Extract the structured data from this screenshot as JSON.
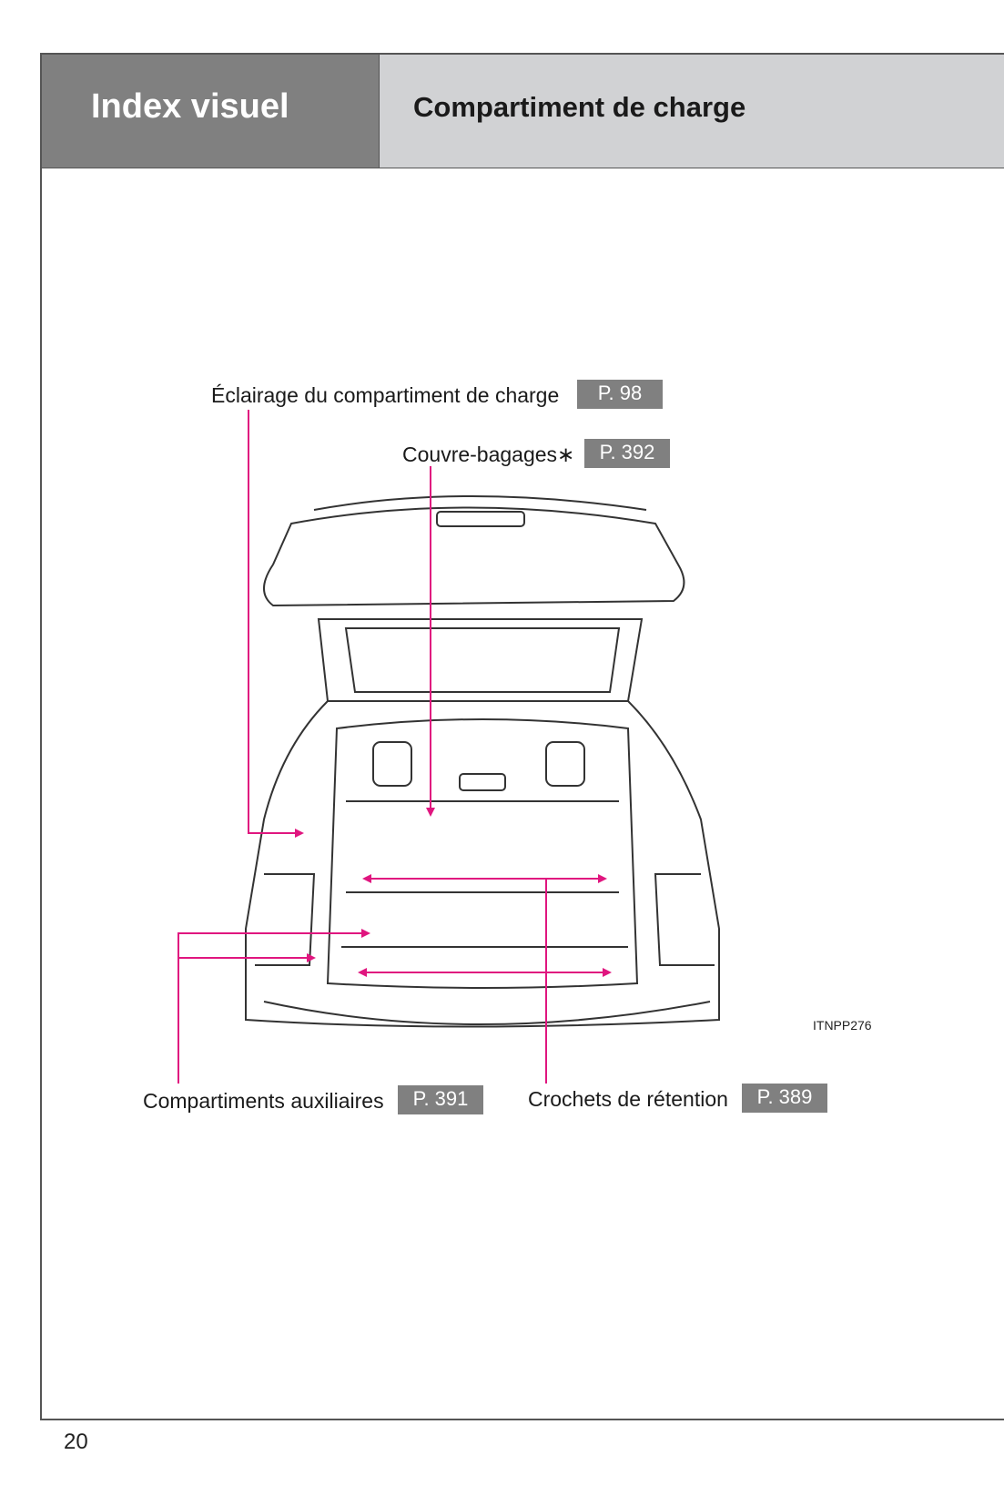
{
  "header": {
    "section": "Index visuel",
    "title": "Compartiment de charge"
  },
  "callouts": [
    {
      "label": "Éclairage du compartiment de charge",
      "page": "P. 98"
    },
    {
      "label": "Couvre-bagages∗",
      "page": "P. 392"
    },
    {
      "label": "Compartiments auxiliaires",
      "page": "P. 391"
    },
    {
      "label": "Crochets de rétention",
      "page": "P. 389"
    }
  ],
  "figure_code": "ITNPP276",
  "page_number": "20",
  "colors": {
    "leader": "#e0167f",
    "header_dark": "#808080",
    "header_light": "#d1d2d4"
  }
}
